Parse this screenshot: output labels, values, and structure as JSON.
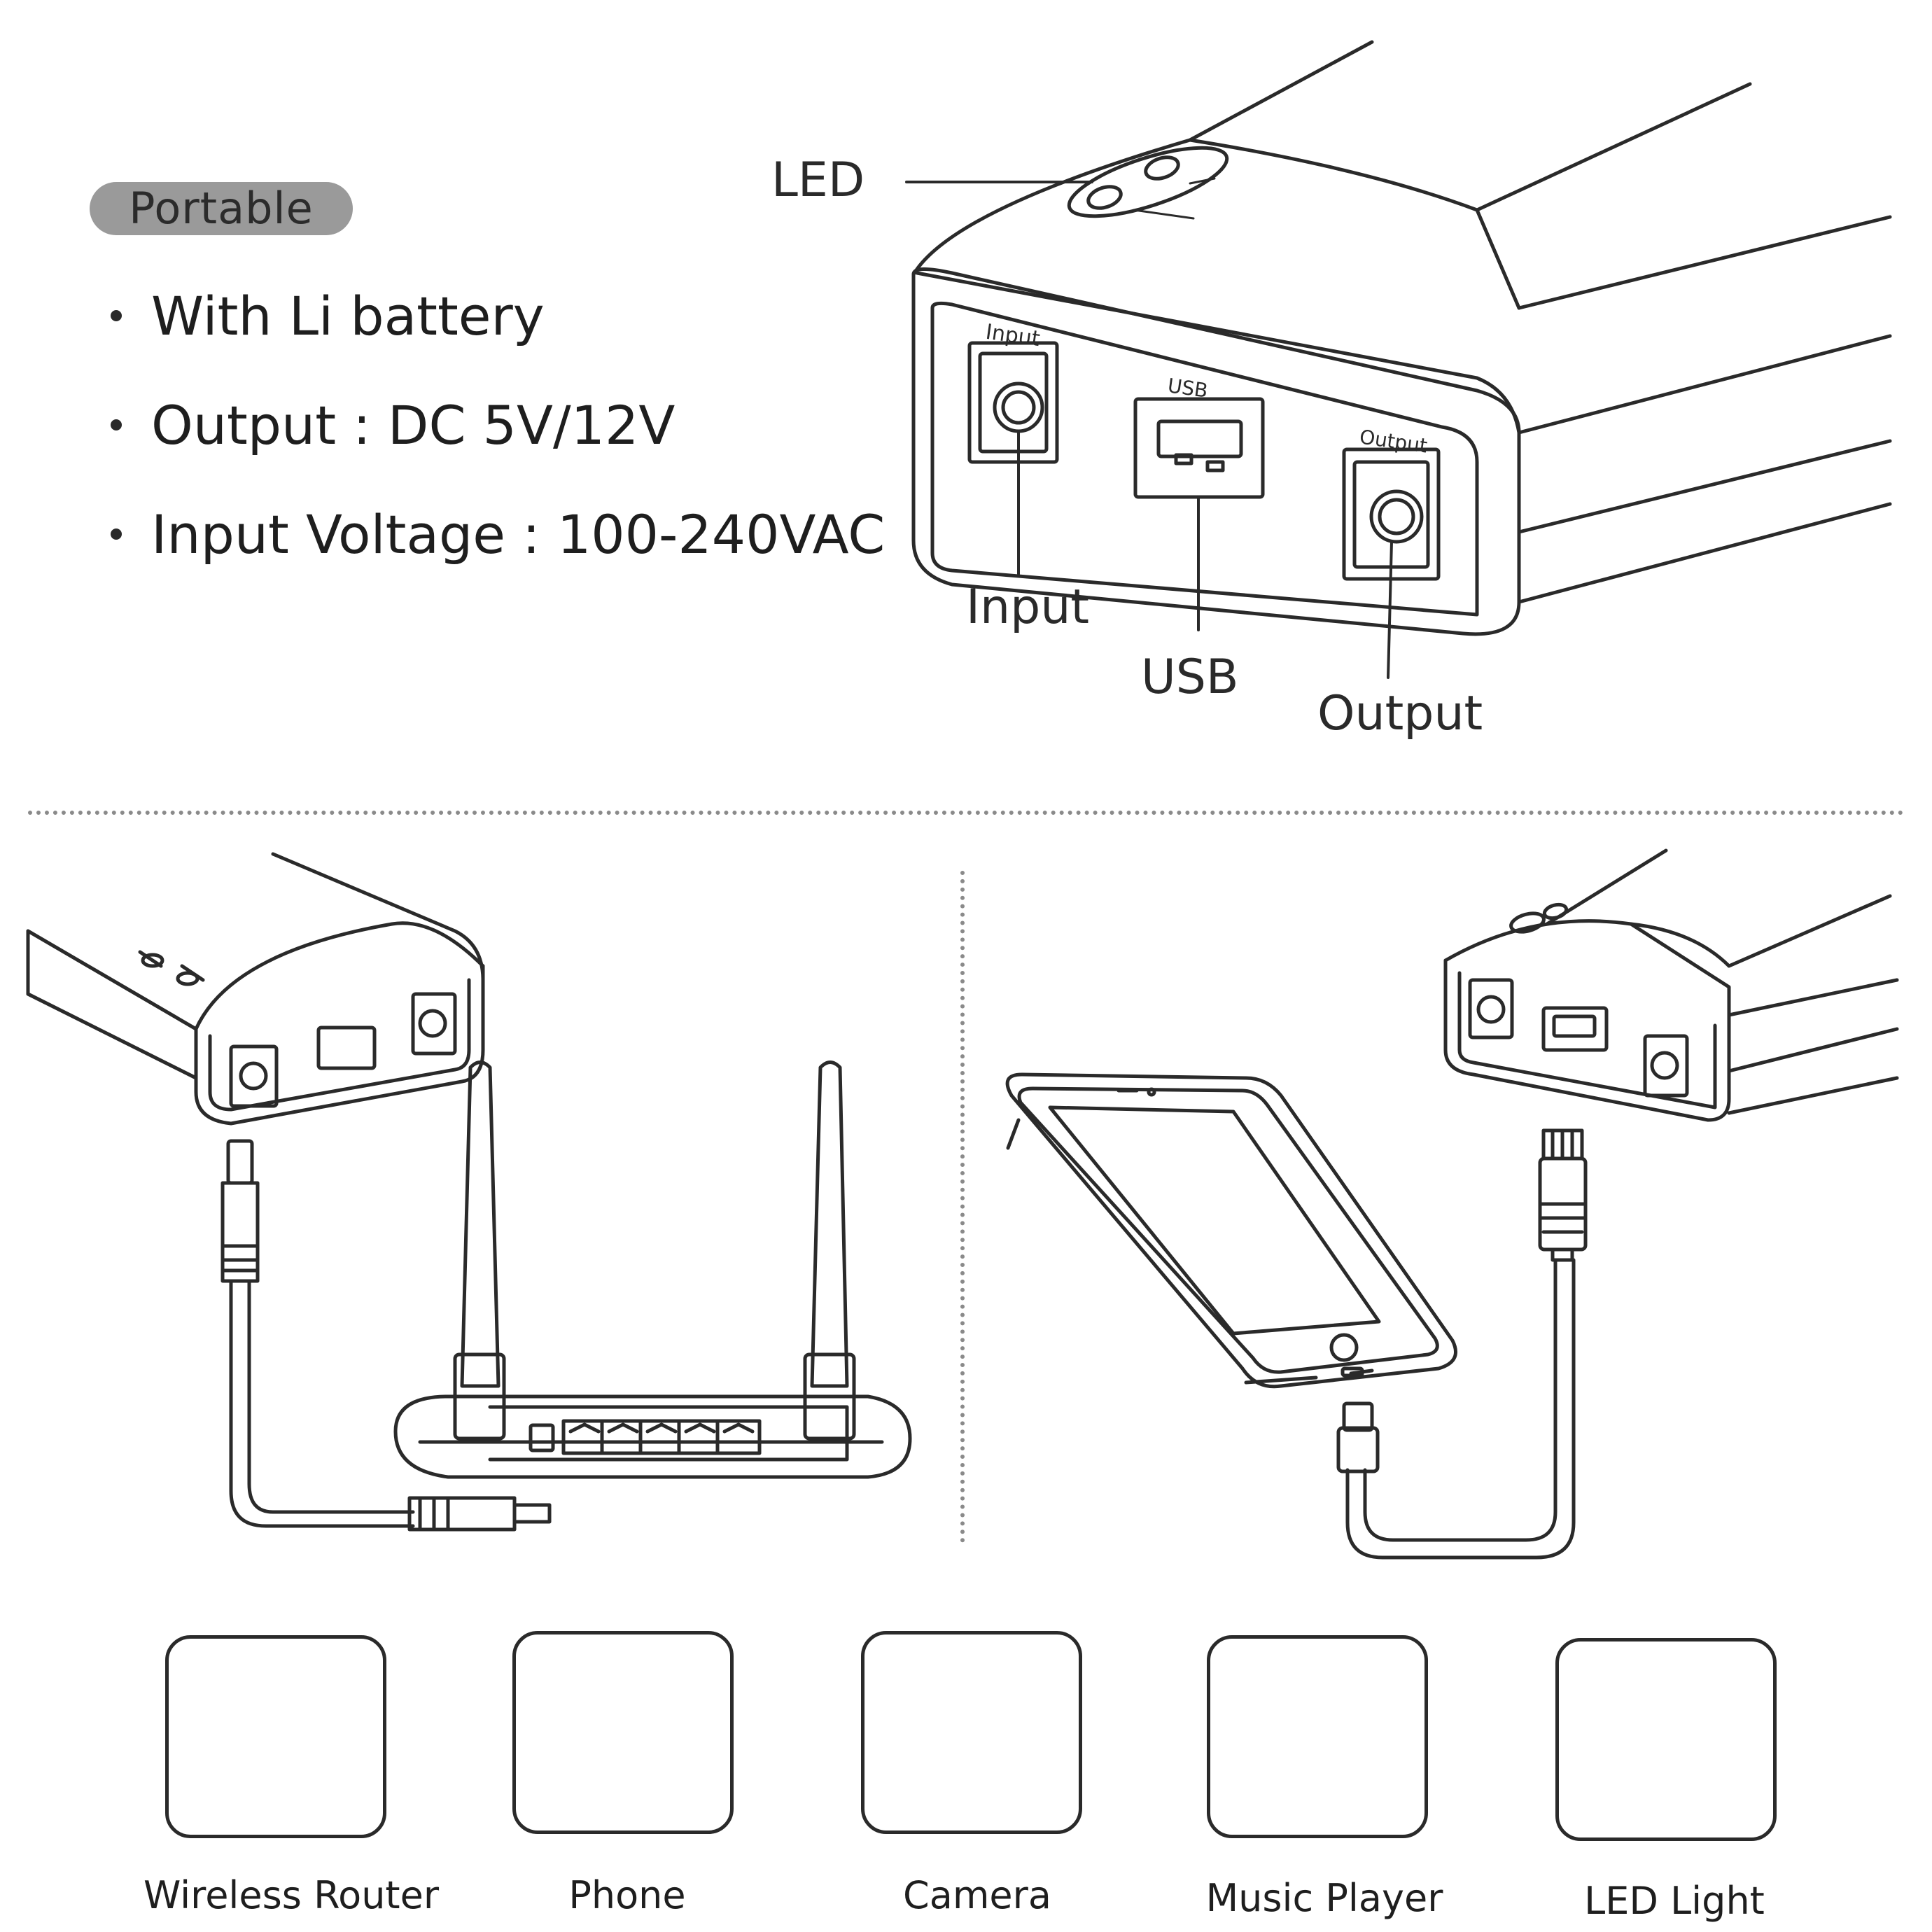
{
  "header": {
    "badge": "Portable"
  },
  "features": [
    "With Li battery",
    "Output : DC 5V/12V",
    "Input Voltage : 100-240VAC"
  ],
  "callouts": {
    "led": "LED",
    "input": "Input",
    "usb": "USB",
    "output": "Output"
  },
  "port_engravings": {
    "input": "Input",
    "usb": "USB",
    "output": "Output"
  },
  "devices": [
    {
      "label": "Wireless Router",
      "icon": "wireless-router-icon"
    },
    {
      "label": "Phone",
      "icon": "phone-icon"
    },
    {
      "label": "Camera",
      "icon": "camera-icon"
    },
    {
      "label": "Music Player",
      "icon": "music-player-icon"
    },
    {
      "label": "LED Light",
      "icon": "led-light-icon"
    }
  ],
  "colors": {
    "line": "#2a2a2a",
    "badge": "#9a9a9a",
    "icon_fill": "#3a3a3a"
  }
}
